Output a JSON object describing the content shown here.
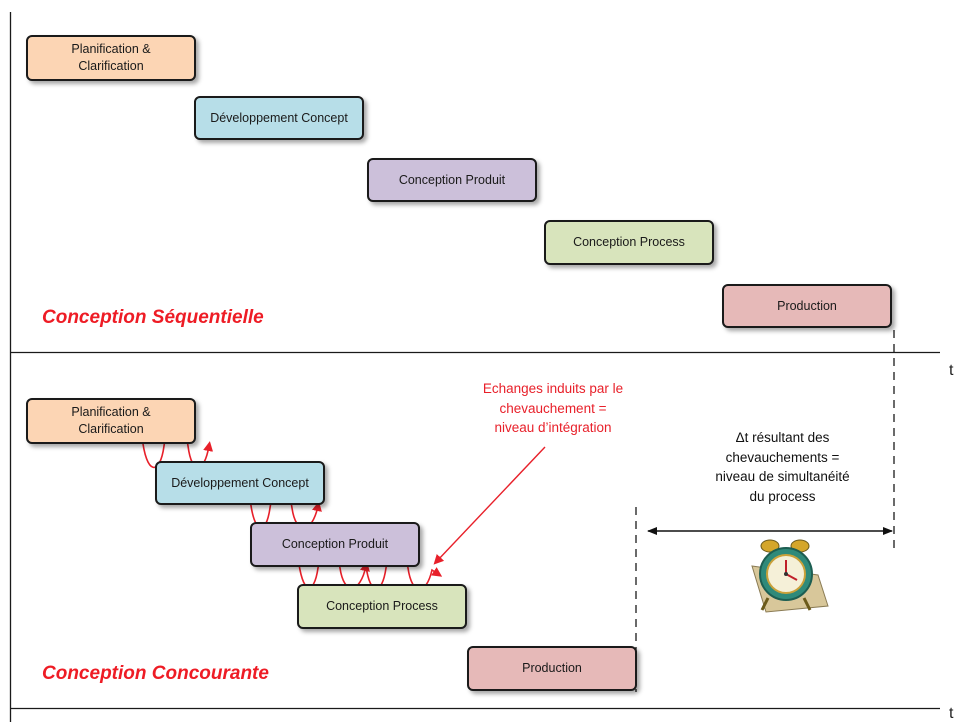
{
  "sequential": {
    "title": "Conception Séquentielle",
    "phases": [
      {
        "label": "Planification &\nClarification",
        "color": "#fcd5b4"
      },
      {
        "label": "Développement Concept",
        "color": "#b7dee8"
      },
      {
        "label": "Conception Produit",
        "color": "#ccc0da"
      },
      {
        "label": "Conception Process",
        "color": "#d8e4bc"
      },
      {
        "label": "Production",
        "color": "#e6b9b8"
      }
    ]
  },
  "concurrent": {
    "title": "Conception Concourante",
    "phases": [
      {
        "label": "Planification &\nClarification",
        "color": "#fcd5b4"
      },
      {
        "label": "Développement Concept",
        "color": "#b7dee8"
      },
      {
        "label": "Conception Produit",
        "color": "#ccc0da"
      },
      {
        "label": "Conception Process",
        "color": "#d8e4bc"
      },
      {
        "label": "Production",
        "color": "#e6b9b8"
      }
    ]
  },
  "axis_label": "t",
  "annotations": {
    "exchanges": "Echanges induits par le\nchevauchement =\nniveau d’intégration",
    "delta_t": "Δt résultant des\nchevauchements =\nniveau de simultanéité\ndu process"
  },
  "icons": [
    "alarm-clock-icon"
  ],
  "colors": {
    "accent": "#ee1c25",
    "line": "#1a1a1a"
  }
}
